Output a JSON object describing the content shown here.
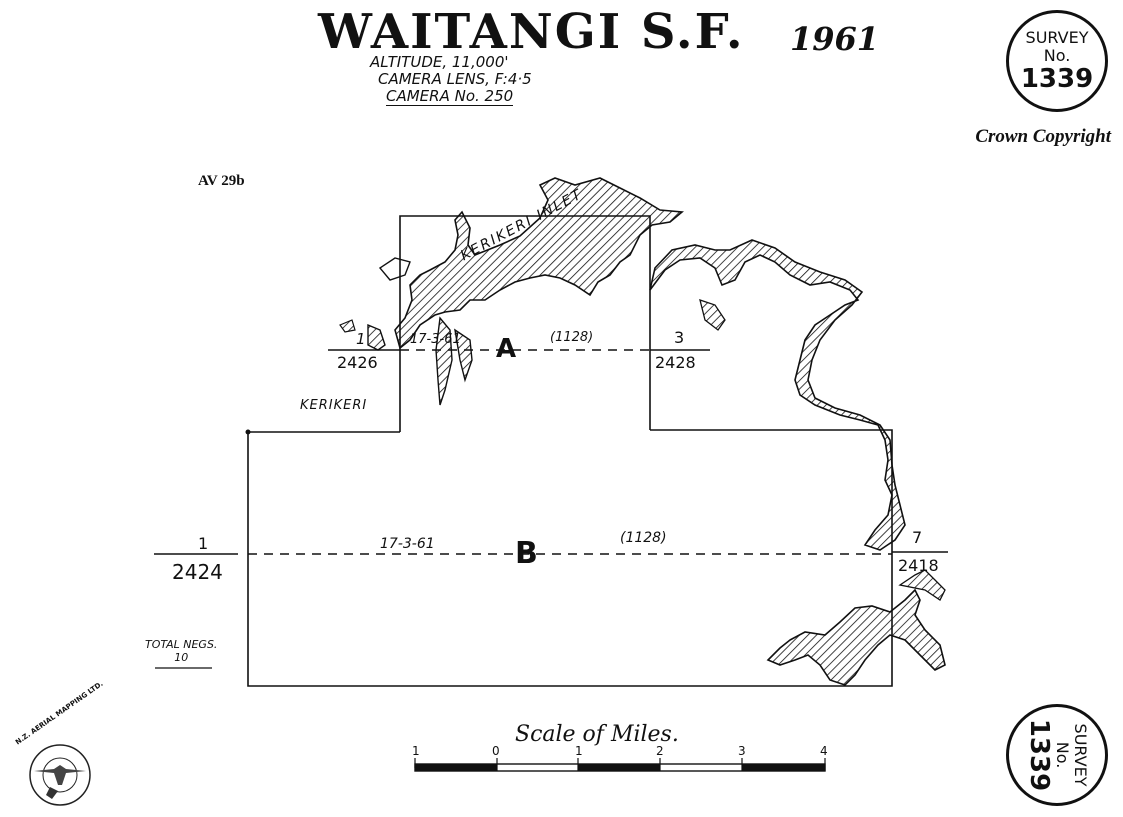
{
  "header": {
    "title": "WAITANGI S.F.",
    "year": "1961",
    "altitude": "ALTITUDE, 11,000'",
    "lens": "CAMERA LENS, F:4·5",
    "camera": "CAMERA No. 250",
    "copyright": "Crown Copyright",
    "sheet_ref": "AV 29b"
  },
  "seal": {
    "word": "SURVEY",
    "no": "No.",
    "number": "1339"
  },
  "map": {
    "inlet_label": "KERIKERI INLET",
    "town_label": "KERIKERI",
    "run_a": {
      "label": "A",
      "date": "17-3-61",
      "code": "(1128)",
      "start_top": "1",
      "start_bottom": "2426",
      "end_top": "3",
      "end_bottom": "2428"
    },
    "run_b": {
      "label": "B",
      "date": "17-3-61",
      "code": "(1128)",
      "start_top": "1",
      "start_bottom": "2424",
      "end_top": "7",
      "end_bottom": "2418"
    },
    "total_negs_label": "TOTAL NEGS.",
    "total_negs_value": "10"
  },
  "scale": {
    "title": "Scale of Miles.",
    "ticks": [
      "1",
      "0",
      "1",
      "2",
      "3",
      "4"
    ]
  },
  "logo": {
    "text": "N.Z. AERIAL MAPPING LTD."
  }
}
